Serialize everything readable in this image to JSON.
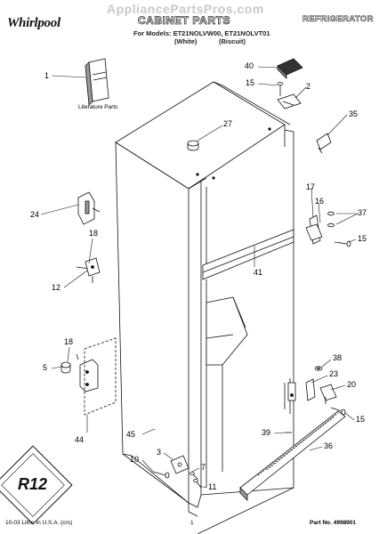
{
  "header": {
    "brand": "Whirlpool",
    "watermark": "AppliancePartsPros.com",
    "title": "CABINET PARTS",
    "category": "REFRIGERATOR",
    "models_line": "For Models: ET21NOLVW00, ET21NOLVT01",
    "variant_white": "(White)",
    "variant_biscuit": "(Biscuit)"
  },
  "literature_label": "Literature Parts",
  "callouts": [
    "1",
    "40",
    "15",
    "2",
    "35",
    "27",
    "17",
    "16",
    "37",
    "15",
    "24",
    "18",
    "41",
    "12",
    "18",
    "5",
    "38",
    "23",
    "20",
    "15",
    "44",
    "39",
    "45",
    "36",
    "10",
    "3",
    "7",
    "11"
  ],
  "badge": "R12",
  "footer": {
    "left": "10-03 Litho In U.S.A. (crs)",
    "center": "1",
    "right": "Part No. 4998901"
  }
}
